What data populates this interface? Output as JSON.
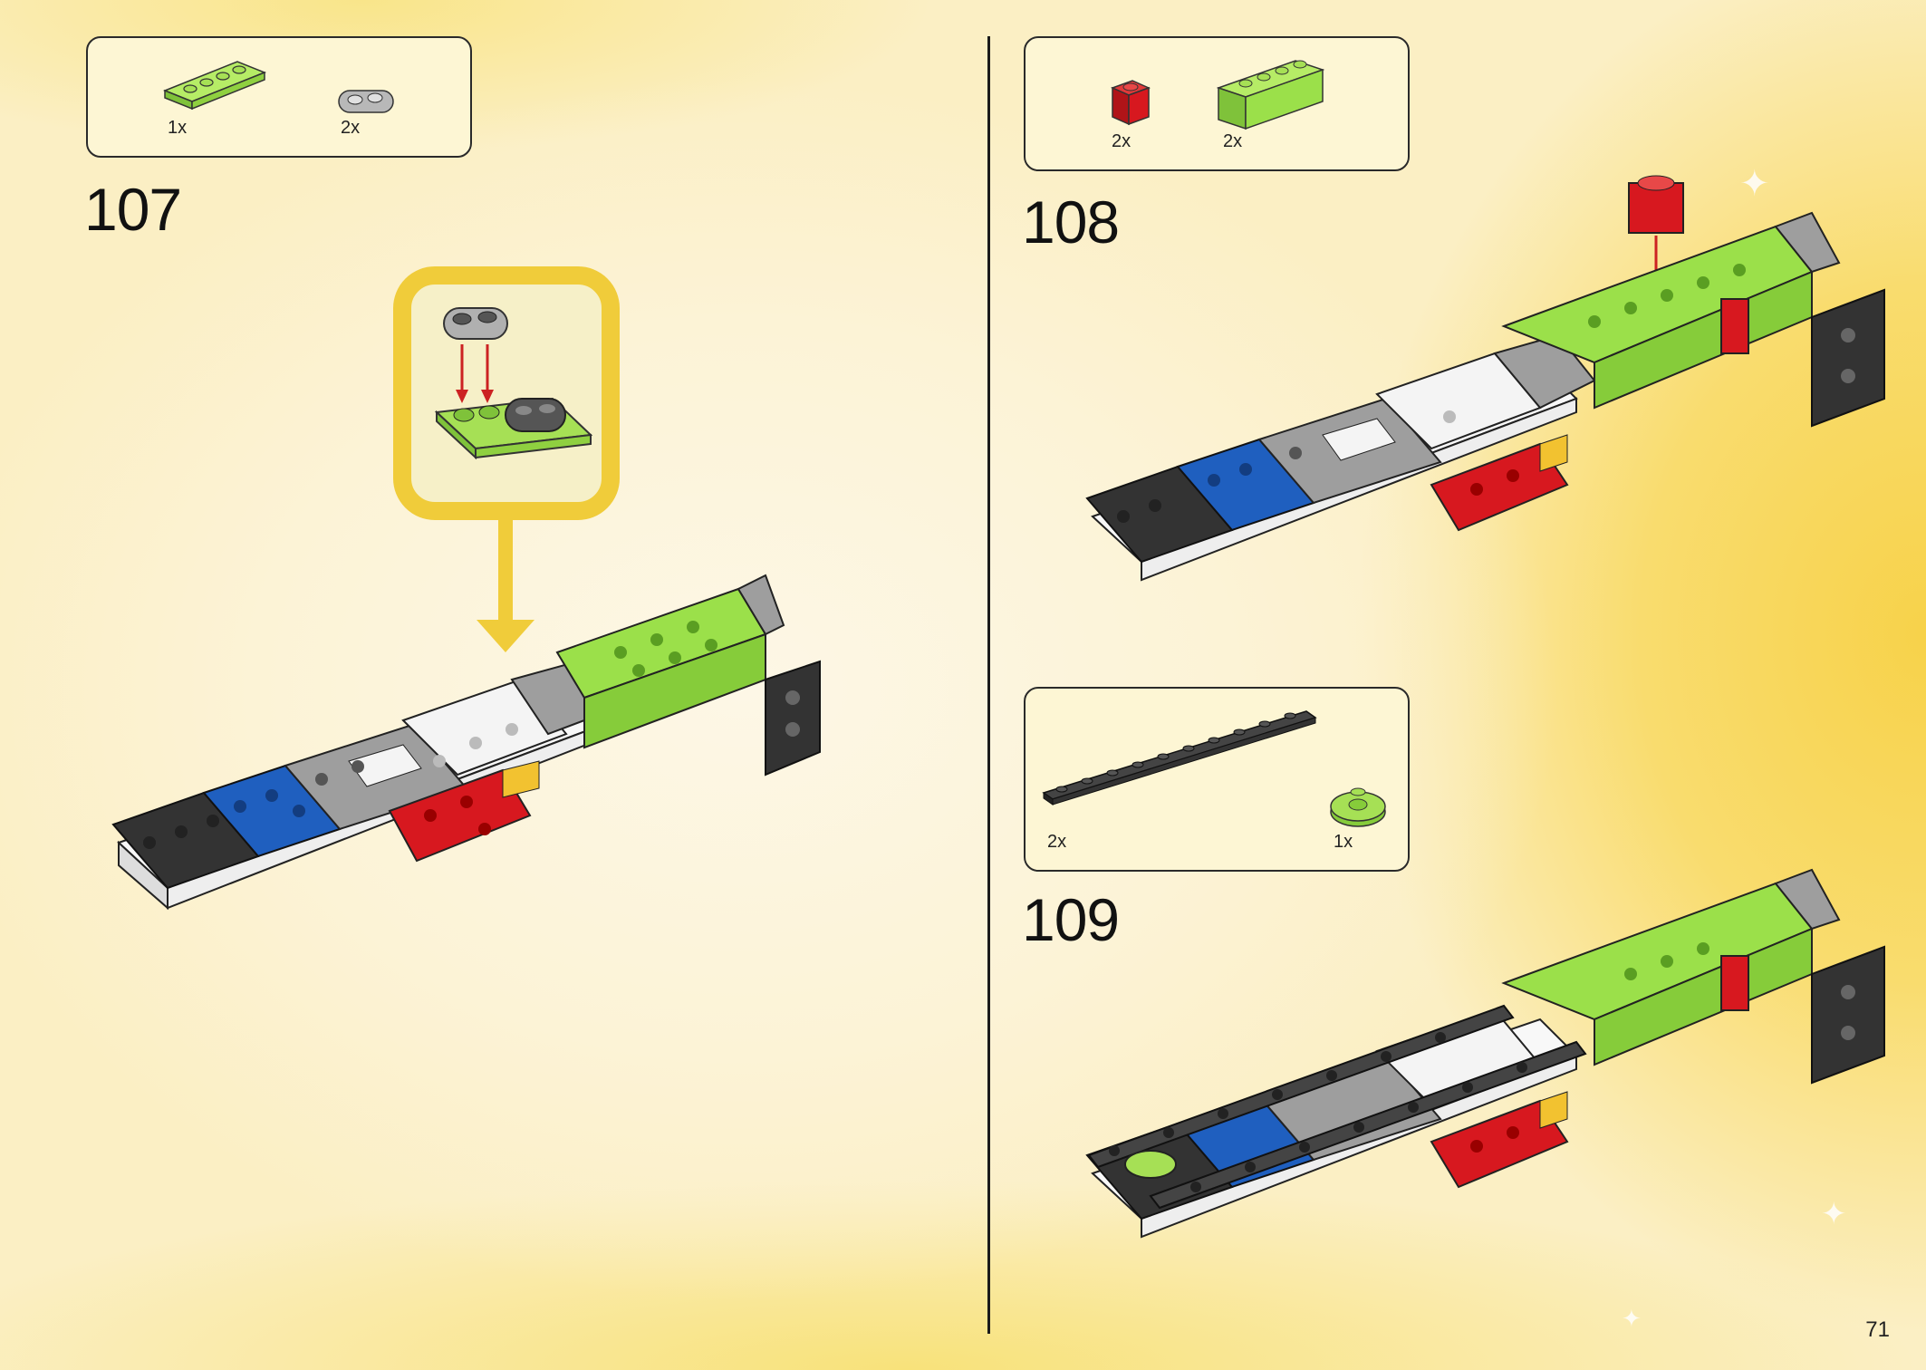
{
  "page_number": "71",
  "steps": [
    {
      "number": "107",
      "parts": [
        {
          "qty": "1x",
          "icon": "lime-plate-1x4-icon"
        },
        {
          "qty": "2x",
          "icon": "gray-plate-1x2-rounded-icon"
        }
      ]
    },
    {
      "number": "108",
      "parts": [
        {
          "qty": "2x",
          "icon": "red-brick-1x1-icon"
        },
        {
          "qty": "2x",
          "icon": "lime-brick-1x4-icon"
        }
      ]
    },
    {
      "number": "109",
      "parts": [
        {
          "qty": "2x",
          "icon": "black-plate-1x16-icon"
        },
        {
          "qty": "1x",
          "icon": "lime-round-plate-2x2-icon"
        }
      ]
    }
  ],
  "colors": {
    "lime": "#9be04a",
    "red": "#d7181f",
    "blue": "#1f5fbf",
    "black": "#2f2f2f",
    "gray": "#9e9e9e",
    "white": "#f4f4f4",
    "yellow": "#f2c230",
    "callout": "#f0cc3a"
  }
}
